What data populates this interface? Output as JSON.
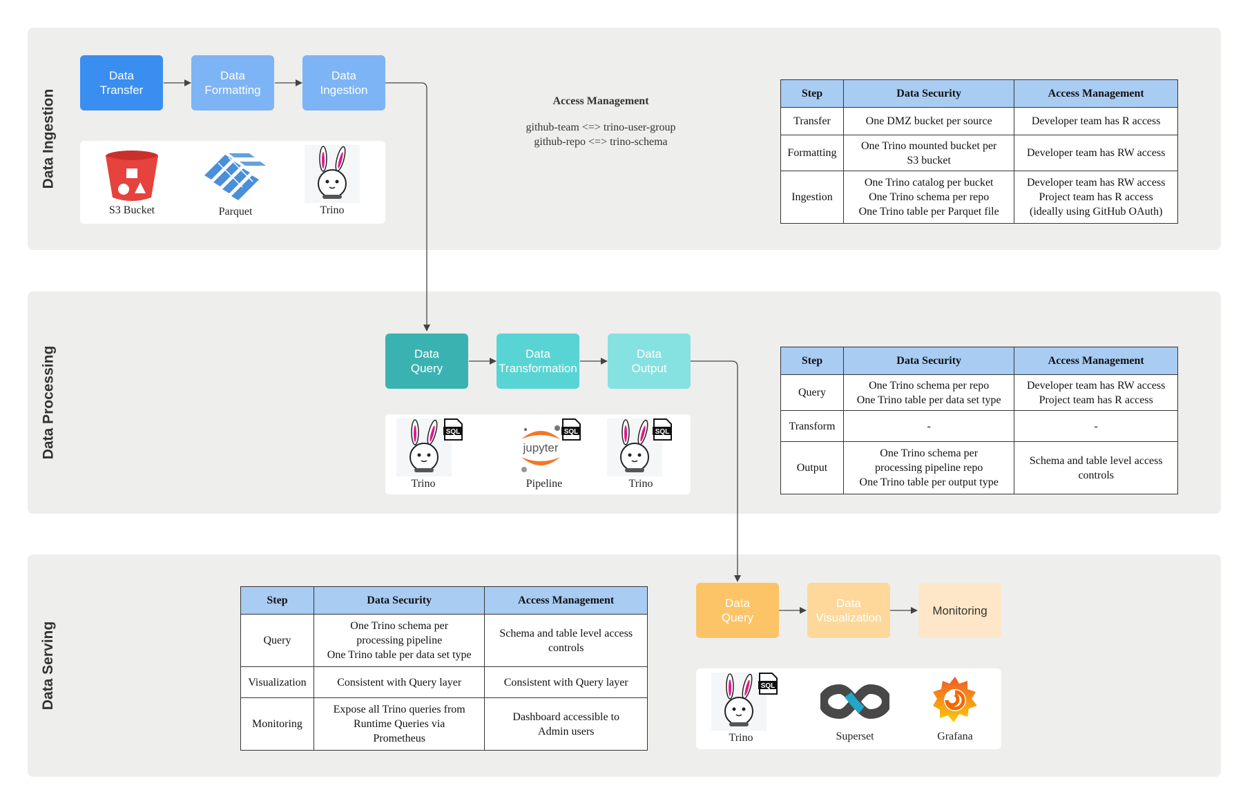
{
  "sections": {
    "ingestion": "Data Ingestion",
    "processing": "Data Processing",
    "serving": "Data Serving"
  },
  "ingestion": {
    "boxes": [
      "Data\nTransfer",
      "Data\nFormatting",
      "Data\nIngestion"
    ],
    "tools": [
      "S3 Bucket",
      "Parquet",
      "Trino"
    ],
    "access_management": {
      "title": "Access Management",
      "lines": [
        "github-team <=> trino-user-group",
        "github-repo <=> trino-schema"
      ]
    },
    "table": {
      "headers": [
        "Step",
        "Data Security",
        "Access Management"
      ],
      "rows": [
        [
          "Transfer",
          "One DMZ bucket per source",
          "Developer team has R access"
        ],
        [
          "Formatting",
          "One Trino mounted bucket per\nS3 bucket",
          "Developer team has RW access"
        ],
        [
          "Ingestion",
          "One Trino catalog per bucket\nOne Trino schema per repo\nOne Trino table per Parquet file",
          "Developer team has RW access\nProject team has R access\n(ideally using GitHub OAuth)"
        ]
      ]
    }
  },
  "processing": {
    "boxes": [
      "Data\nQuery",
      "Data\nTransformation",
      "Data\nOutput"
    ],
    "tools": [
      "Trino",
      "Pipeline",
      "Trino"
    ],
    "jupyter_text": "jupyter",
    "sql_badge": "SQL",
    "table": {
      "headers": [
        "Step",
        "Data Security",
        "Access Management"
      ],
      "rows": [
        [
          "Query",
          "One Trino schema per repo\nOne Trino table per data set type",
          "Developer team has RW access\nProject team has R access"
        ],
        [
          "Transform",
          "-",
          "-"
        ],
        [
          "Output",
          "One Trino schema per\nprocessing pipeline repo\nOne Trino table per output type",
          "Schema and table level access\ncontrols"
        ]
      ]
    }
  },
  "serving": {
    "boxes": [
      "Data\nQuery",
      "Data\nVisualization",
      "Monitoring"
    ],
    "tools": [
      "Trino",
      "Superset",
      "Grafana"
    ],
    "table": {
      "headers": [
        "Step",
        "Data Security",
        "Access Management"
      ],
      "rows": [
        [
          "Query",
          "One Trino schema per\nprocessing pipeline\nOne Trino table per data set type",
          "Schema and table level access\ncontrols"
        ],
        [
          "Visualization",
          "Consistent with Query layer",
          "Consistent with Query layer"
        ],
        [
          "Monitoring",
          "Expose all Trino queries from\nRuntime Queries via\nPrometheus",
          "Dashboard accessible to\nAdmin users"
        ]
      ]
    }
  },
  "colors": {
    "panel": "#eeeeed",
    "ingestion_boxes": [
      "#3a8ef0",
      "#7db4f5",
      "#7db4f5"
    ],
    "processing_boxes": [
      "#3bb2b2",
      "#58d4d4",
      "#86e1e1"
    ],
    "serving_boxes": [
      "#fcc466",
      "#fdd89a",
      "#fde7c8"
    ],
    "table_header": "#a9ccf3"
  }
}
